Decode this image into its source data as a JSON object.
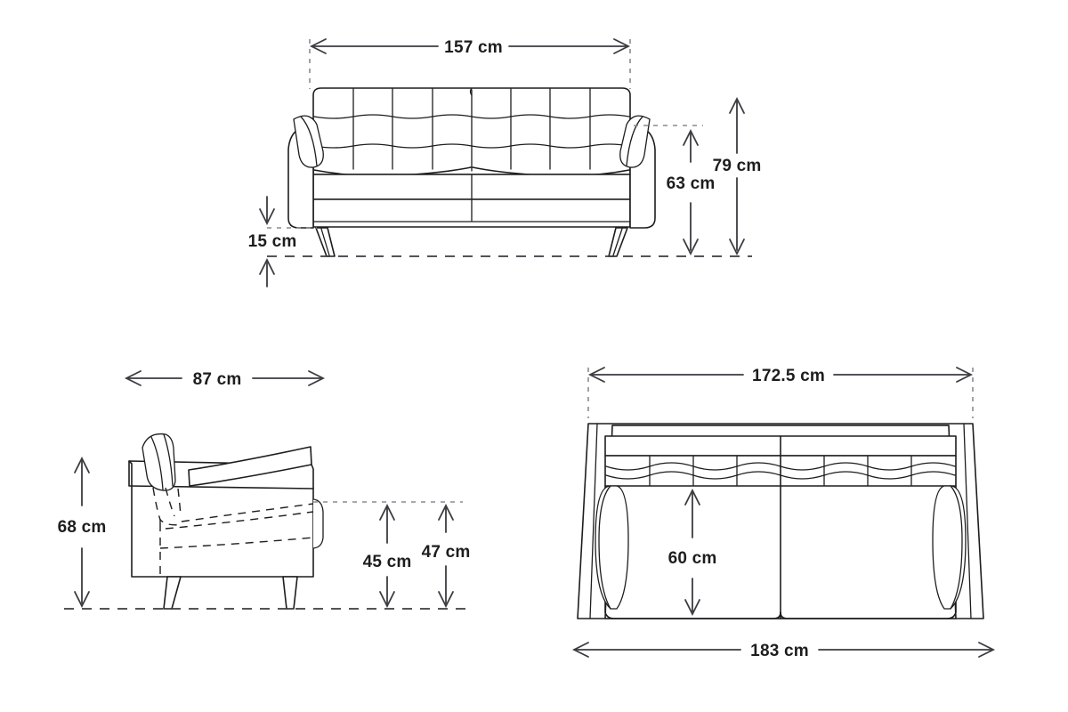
{
  "diagram": {
    "title": "Sofa dimension drawing",
    "unit": "cm",
    "line_color": "#1d1d1f",
    "dimension_color": "#3b3b40",
    "extension_color": "#8a8a90",
    "background": "#ffffff"
  },
  "views": {
    "front": {
      "name": "front-elevation",
      "dimensions": {
        "width": "157 cm",
        "seat_to_back_height": "63 cm",
        "total_height": "79 cm",
        "floor_clearance": "15 cm"
      }
    },
    "side": {
      "name": "side-elevation",
      "dimensions": {
        "depth": "87 cm",
        "total_height": "68 cm",
        "seat_height_inner": "45 cm",
        "seat_height_outer": "47 cm"
      }
    },
    "top": {
      "name": "top-plan",
      "dimensions": {
        "inner_width": "172.5 cm",
        "outer_width": "183 cm",
        "seat_depth": "60 cm"
      }
    }
  },
  "labels": {
    "front_width": "157 cm",
    "front_back_height": "63 cm",
    "front_total_height": "79 cm",
    "front_clearance": "15 cm",
    "side_depth": "87 cm",
    "side_total_height": "68 cm",
    "side_seat_inner": "45 cm",
    "side_seat_outer": "47 cm",
    "top_inner_width": "172.5 cm",
    "top_outer_width": "183 cm",
    "top_seat_depth": "60 cm"
  }
}
